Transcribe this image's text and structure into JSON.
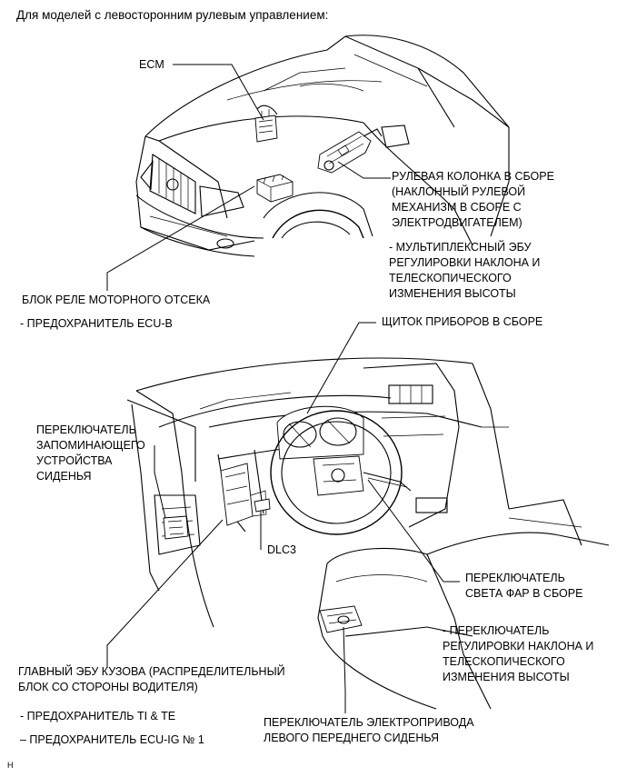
{
  "header": "Для моделей с левосторонним рулевым управлением:",
  "labels": {
    "ecm": "ECM",
    "steering_column": "РУЛЕВАЯ КОЛОНКА В СБОРЕ\n (НАКЛОННЫЙ РУЛЕВОЙ\nМЕХАНИЗМ В СБОРЕ С\nЭЛЕКТРОДВИГАТЕЛЕМ)",
    "tilt_ecu": "- МУЛЬТИПЛЕКСНЫЙ ЭБУ\nРЕГУЛИРОВКИ НАКЛОНА И\nТЕЛЕСКОПИЧЕСКОГО\nИЗМЕНЕНИЯ ВЫСОТЫ",
    "relay_block": "БЛОК РЕЛЕ МОТОРНОГО ОТСЕКА",
    "fuse_ecu_b": "- ПРЕДОХРАНИТЕЛЬ ECU-B",
    "instrument_panel": "ЩИТОК ПРИБОРОВ В СБОРЕ",
    "memory_switch": "ПЕРЕКЛЮЧАТЕЛЬ\nЗАПОМИНАЮЩЕГО\nУСТРОЙСТВА\nСИДЕНЬЯ",
    "dlc3": "DLC3",
    "headlight_switch": "ПЕРЕКЛЮЧАТЕЛЬ\nСВЕТА ФАР В СБОРЕ",
    "tilt_switch": "- ПЕРЕКЛЮЧАТЕЛЬ\nРЕГУЛИРОВКИ НАКЛОНА И\nТЕЛЕСКОПИЧЕСКОГО\nИЗМЕНЕНИЯ ВЫСОТЫ",
    "body_ecu": "ГЛАВНЫЙ ЭБУ КУЗОВА (РАСПРЕДЕЛИТЕЛЬНЫЙ\nБЛОК СО СТОРОНЫ ВОДИТЕЛЯ)",
    "fuse_ti_te": "- ПРЕДОХРАНИТЕЛЬ TI & TE",
    "fuse_ecu_ig": "– ПРЕДОХРАНИТЕЛЬ ECU-IG № 1",
    "seat_power_switch": "ПЕРЕКЛЮЧАТЕЛЬ ЭЛЕКТРОПРИВОДА\nЛЕВОГО ПЕРЕДНЕГО СИДЕНЬЯ",
    "footer_code": "H"
  }
}
